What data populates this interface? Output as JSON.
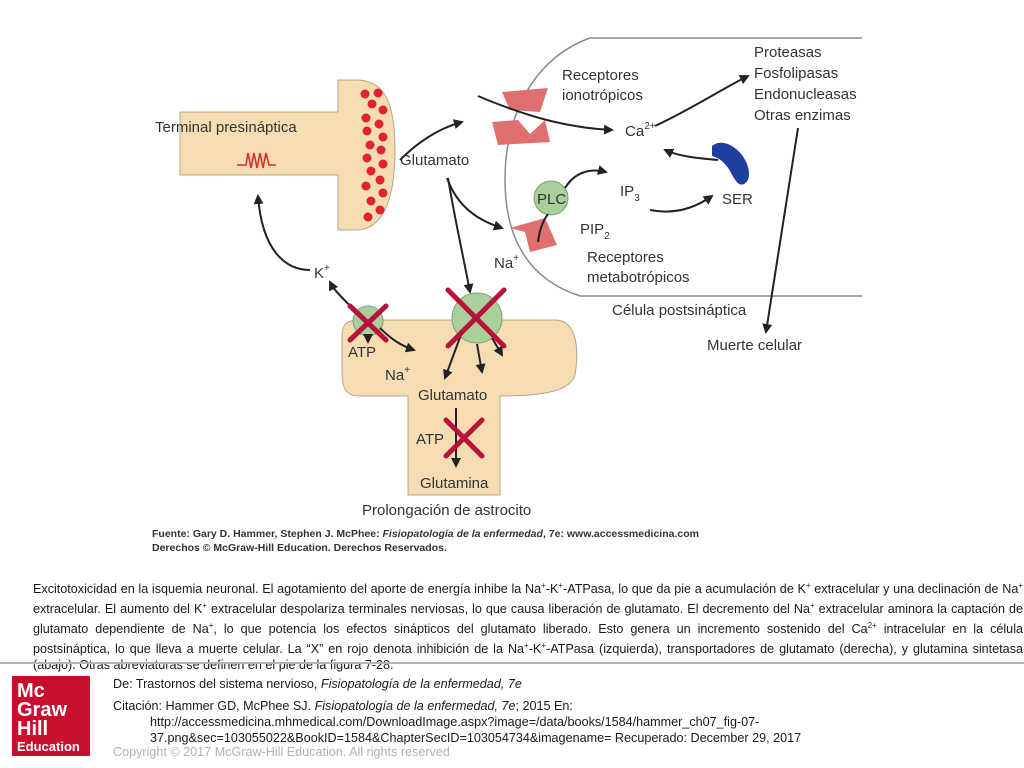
{
  "diagram": {
    "labels": {
      "terminal": "Terminal presináptica",
      "glutamato_top": "Glutamato",
      "receptores_ionotropicos": "Receptores\nionotrópicos",
      "ca": "Ca",
      "ca_sup": "2+",
      "proteasas": "Proteasas",
      "fosfolipasas": "Fosfolipasas",
      "endonucleasas": "Endonucleasas",
      "otras_enzimas": "Otras enzimas",
      "plc": "PLC",
      "ip3": "IP",
      "ip3_sub": "3",
      "ser": "SER",
      "pip2": "PIP",
      "pip2_sub": "2",
      "na_right": "Na",
      "na_sup": "+",
      "receptores_metabotropicos": "Receptores\nmetabotrópicos",
      "celula_postsinaptica": "Célula postsináptica",
      "muerte_celular": "Muerte celular",
      "k": "K",
      "k_sup": "+",
      "atp_left": "ATP",
      "na_left": "Na",
      "glutamato_astro": "Glutamato",
      "atp_bottom": "ATP",
      "glutamina": "Glutamina",
      "prolongacion": "Prolongación de astrocito"
    },
    "source_line1_prefix": "Fuente: Gary D. Hammer, Stephen J. McPhee: ",
    "source_line1_title": "Fisiopatología de la enfermedad",
    "source_line1_suffix": ", 7e: www.accessmedicina.com",
    "source_line2": "Derechos © McGraw-Hill Education. Derechos Reservados.",
    "colors": {
      "astrocyte_fill": "#f6dcb3",
      "vesicle": "#e0242d",
      "receptor": "#e0706f",
      "ser": "#1f3fa0",
      "transporter": "#a8cf9c",
      "inhibition_x": "#b8123a"
    }
  },
  "caption": "Excitotoxicidad en la isquemia neuronal. El agotamiento del aporte de energía inhibe la Na+-K+-ATPasa, lo que da pie a acumulación de K+ extracelular y una declinación de Na+ extracelular. El aumento del K+ extracelular despolariza terminales nerviosas, lo que causa liberación de glutamato. El decremento del Na+ extracelular aminora la captación de glutamato dependiente de Na+, lo que potencia los efectos sinápticos del glutamato liberado. Esto genera un incremento sostenido del Ca2+ intracelular en la célula postsináptica, lo que lleva a muerte celular. La “X” en rojo denota inhibición de la Na+-K+-ATPasa (izquierda), transportadores de glutamato (derecha), y glutamina sintetasa (abajo). Otras abreviaturas se definen en el pie de la figura 7-28.",
  "footer": {
    "logo": [
      "Mc",
      "Graw",
      "Hill",
      "Education"
    ],
    "from_prefix": "De: Trastornos del sistema nervioso, ",
    "from_title": "Fisiopatología de la enfermedad, 7e",
    "cite_prefix": "Citación: Hammer GD, McPhee SJ. ",
    "cite_title": "Fisiopatología de la enfermedad, 7e",
    "cite_suffix": "; 2015 En:",
    "url_line1": "http://accessmedicina.mhmedical.com/DownloadImage.aspx?image=/data/books/1584/hammer_ch07_fig-07-",
    "url_line2": "37.png&sec=103055022&BookID=1584&ChapterSecID=103054734&imagename= Recuperado: December 29, 2017",
    "copyright": "Copyright © 2017 McGraw-Hill Education. All rights reserved"
  }
}
